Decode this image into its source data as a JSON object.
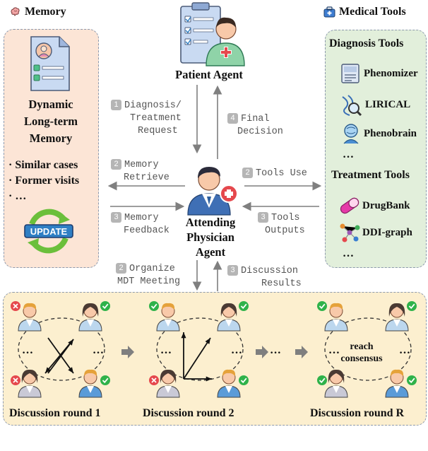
{
  "memory": {
    "header": "Memory",
    "title_lines": [
      "Dynamic",
      "Long-term",
      "Memory"
    ],
    "items": [
      "· Similar cases",
      "· Former visits",
      "· …"
    ],
    "update_label": "UPDATE"
  },
  "tools": {
    "header": "Medical Tools",
    "diagnosis_title": "Diagnosis Tools",
    "diagnosis_items": [
      "Phenomizer",
      "LIRICAL",
      "Phenobrain"
    ],
    "diagnosis_more": "…",
    "treatment_title": "Treatment Tools",
    "treatment_items": [
      "DrugBank",
      "DDI-graph"
    ],
    "treatment_more": "…"
  },
  "patient": {
    "label": "Patient Agent"
  },
  "physician": {
    "label_lines": [
      "Attending",
      "Physician",
      "Agent"
    ]
  },
  "flows": {
    "diagnosis_request": {
      "num": "1",
      "lines": [
        "Diagnosis/",
        "Treatment",
        "Request"
      ]
    },
    "final_decision": {
      "num": "4",
      "lines": [
        "Final",
        "Decision"
      ]
    },
    "memory_retrieve": {
      "num": "2",
      "lines": [
        "Memory",
        "Retrieve"
      ]
    },
    "memory_feedback": {
      "num": "3",
      "lines": [
        "Memory",
        "Feedback"
      ]
    },
    "tools_use": {
      "num": "2",
      "lines": [
        "Tools Use"
      ]
    },
    "tools_outputs": {
      "num": "3",
      "lines": [
        "Tools",
        "Outputs"
      ]
    },
    "organize_mdt": {
      "num": "2",
      "lines": [
        "Organize",
        "MDT Meeting"
      ]
    },
    "discussion_results": {
      "num": "3",
      "lines": [
        "Discussion",
        "Results"
      ]
    }
  },
  "discussion": {
    "rounds": [
      "Discussion round 1",
      "Discussion round 2",
      "Discussion round R"
    ],
    "consensus_lines": [
      "reach",
      "consensus"
    ],
    "ellipsis": "…",
    "between_ellipsis": "· · ·"
  },
  "colors": {
    "memory_bg": "#fce5d6",
    "tools_bg": "#e2efdb",
    "discussion_bg": "#fcefcf",
    "check_green": "#2fb24a",
    "cross_red": "#e5484d",
    "arrow_gray": "#7f7f7f"
  }
}
